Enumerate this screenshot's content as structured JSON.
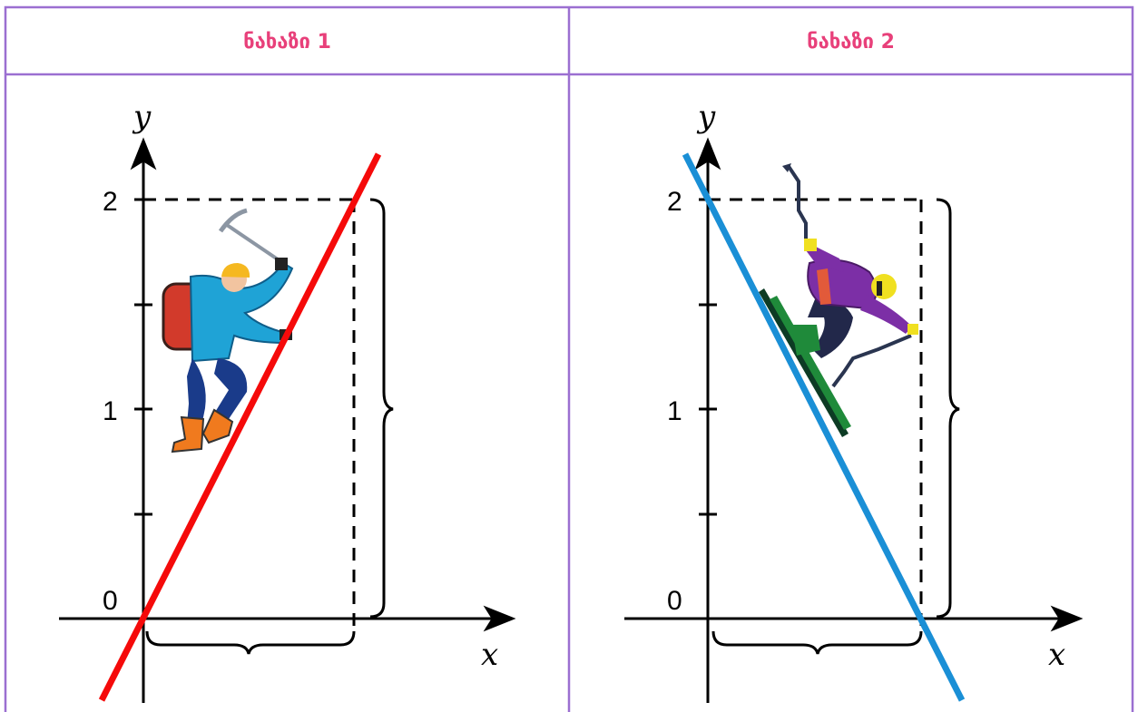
{
  "colors": {
    "border": "#9b6fd1",
    "header_text": "#e8407a",
    "line1": "#f50a0a",
    "line2": "#1a8fd6"
  },
  "panels": [
    {
      "title": "ნახაზი 1",
      "tick_labels": {
        "zero": "0",
        "one": "1",
        "two": "2"
      },
      "axis_labels": {
        "x": "x",
        "y": "y"
      },
      "figure_icon": "ice-climber-icon"
    },
    {
      "title": "ნახაზი 2",
      "tick_labels": {
        "zero": "0",
        "one": "1",
        "two": "2"
      },
      "axis_labels": {
        "x": "x",
        "y": "y"
      },
      "figure_icon": "skier-icon"
    }
  ]
}
